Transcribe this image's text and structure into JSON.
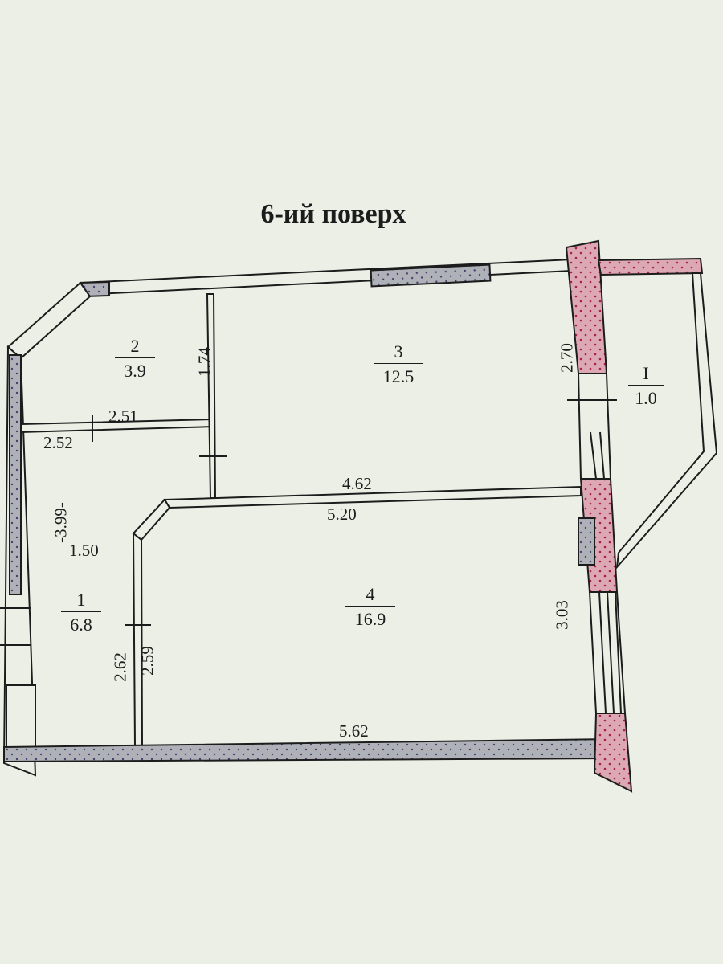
{
  "title": "6-ий поверх",
  "rooms": [
    {
      "id": "1",
      "number": "1",
      "area": "6.8"
    },
    {
      "id": "2",
      "number": "2",
      "area": "3.9"
    },
    {
      "id": "3",
      "number": "3",
      "area": "12.5"
    },
    {
      "id": "4",
      "number": "4",
      "area": "16.9"
    },
    {
      "id": "I",
      "number": "I",
      "area": "1.0"
    }
  ],
  "dimensions": {
    "d251": "2.51",
    "d252": "2.52",
    "d174": "1.74",
    "d399": "-3.99-",
    "d150": "1.50",
    "d462": "4.62",
    "d520": "5.20",
    "d262": "2.62",
    "d259": "2.59",
    "d303": "3.03",
    "d562": "5.62",
    "d270": "2.70"
  },
  "colors": {
    "background": "#ecefe6",
    "line": "#1c1c1c",
    "wall_grey": "#aeb2b8",
    "wall_pink": "#dca8b4"
  }
}
